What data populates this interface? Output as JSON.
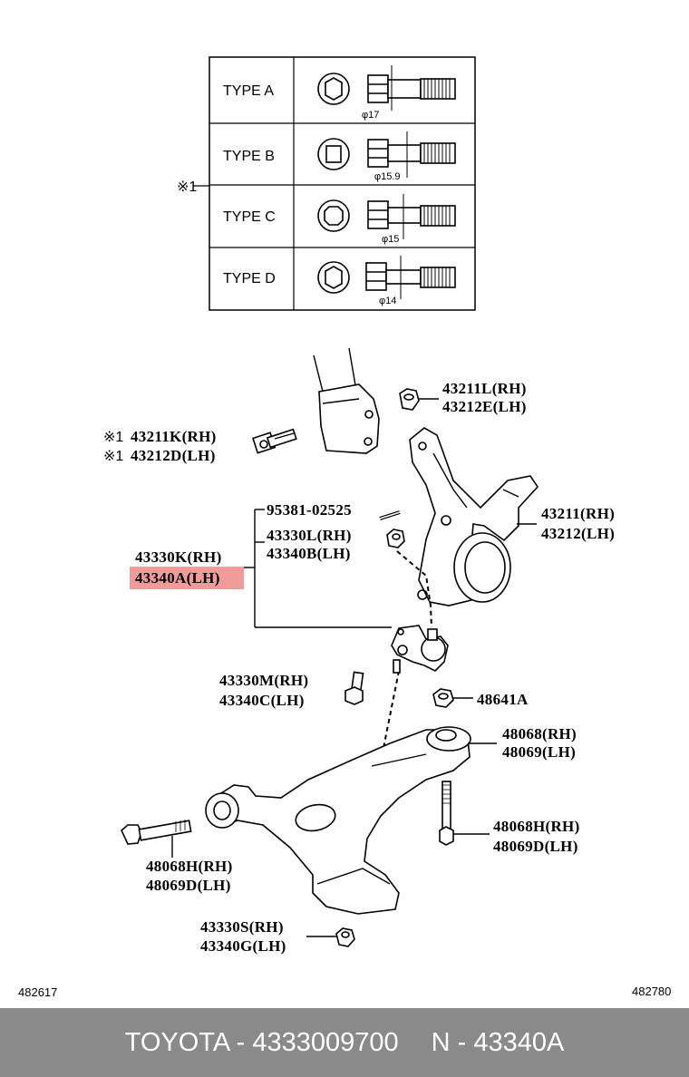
{
  "type_table": {
    "marker": "※1",
    "rows": [
      {
        "label": "TYPE A",
        "dimension": "φ17"
      },
      {
        "label": "TYPE B",
        "dimension": "φ15.9"
      },
      {
        "label": "TYPE C",
        "dimension": "φ15"
      },
      {
        "label": "TYPE D",
        "dimension": "φ14"
      }
    ]
  },
  "callouts": {
    "c43211L": {
      "line1": "43211L(RH)",
      "line2": "43212E(LH)"
    },
    "c43211K": {
      "mark": "※1",
      "line1": "43211K(RH)",
      "line2": "43212D(LH)"
    },
    "c95381": {
      "line1": "95381-02525"
    },
    "c43330L": {
      "line1": "43330L(RH)",
      "line2": "43340B(LH)"
    },
    "c43211": {
      "line1": "43211(RH)",
      "line2": "43212(LH)"
    },
    "c43330K": {
      "line1": "43330K(RH)",
      "line2": "43340A(LH)"
    },
    "c43330M": {
      "line1": "43330M(RH)",
      "line2": "43340C(LH)"
    },
    "c48641A": {
      "line1": "48641A"
    },
    "c48068": {
      "line1": "48068(RH)",
      "line2": "48069(LH)"
    },
    "c48068H_right": {
      "line1": "48068H(RH)",
      "line2": "48069D(LH)"
    },
    "c48068H_left": {
      "line1": "48068H(RH)",
      "line2": "48069D(LH)"
    },
    "c43330S": {
      "line1": "43330S(RH)",
      "line2": "43340G(LH)"
    }
  },
  "highlight_color": "#f08a8a",
  "corner_codes": {
    "left": "482617",
    "right": "482780"
  },
  "footer": {
    "brand": "TOYOTA - 4333009700",
    "part": "N - 43340A",
    "background": "#8a8a8a"
  }
}
